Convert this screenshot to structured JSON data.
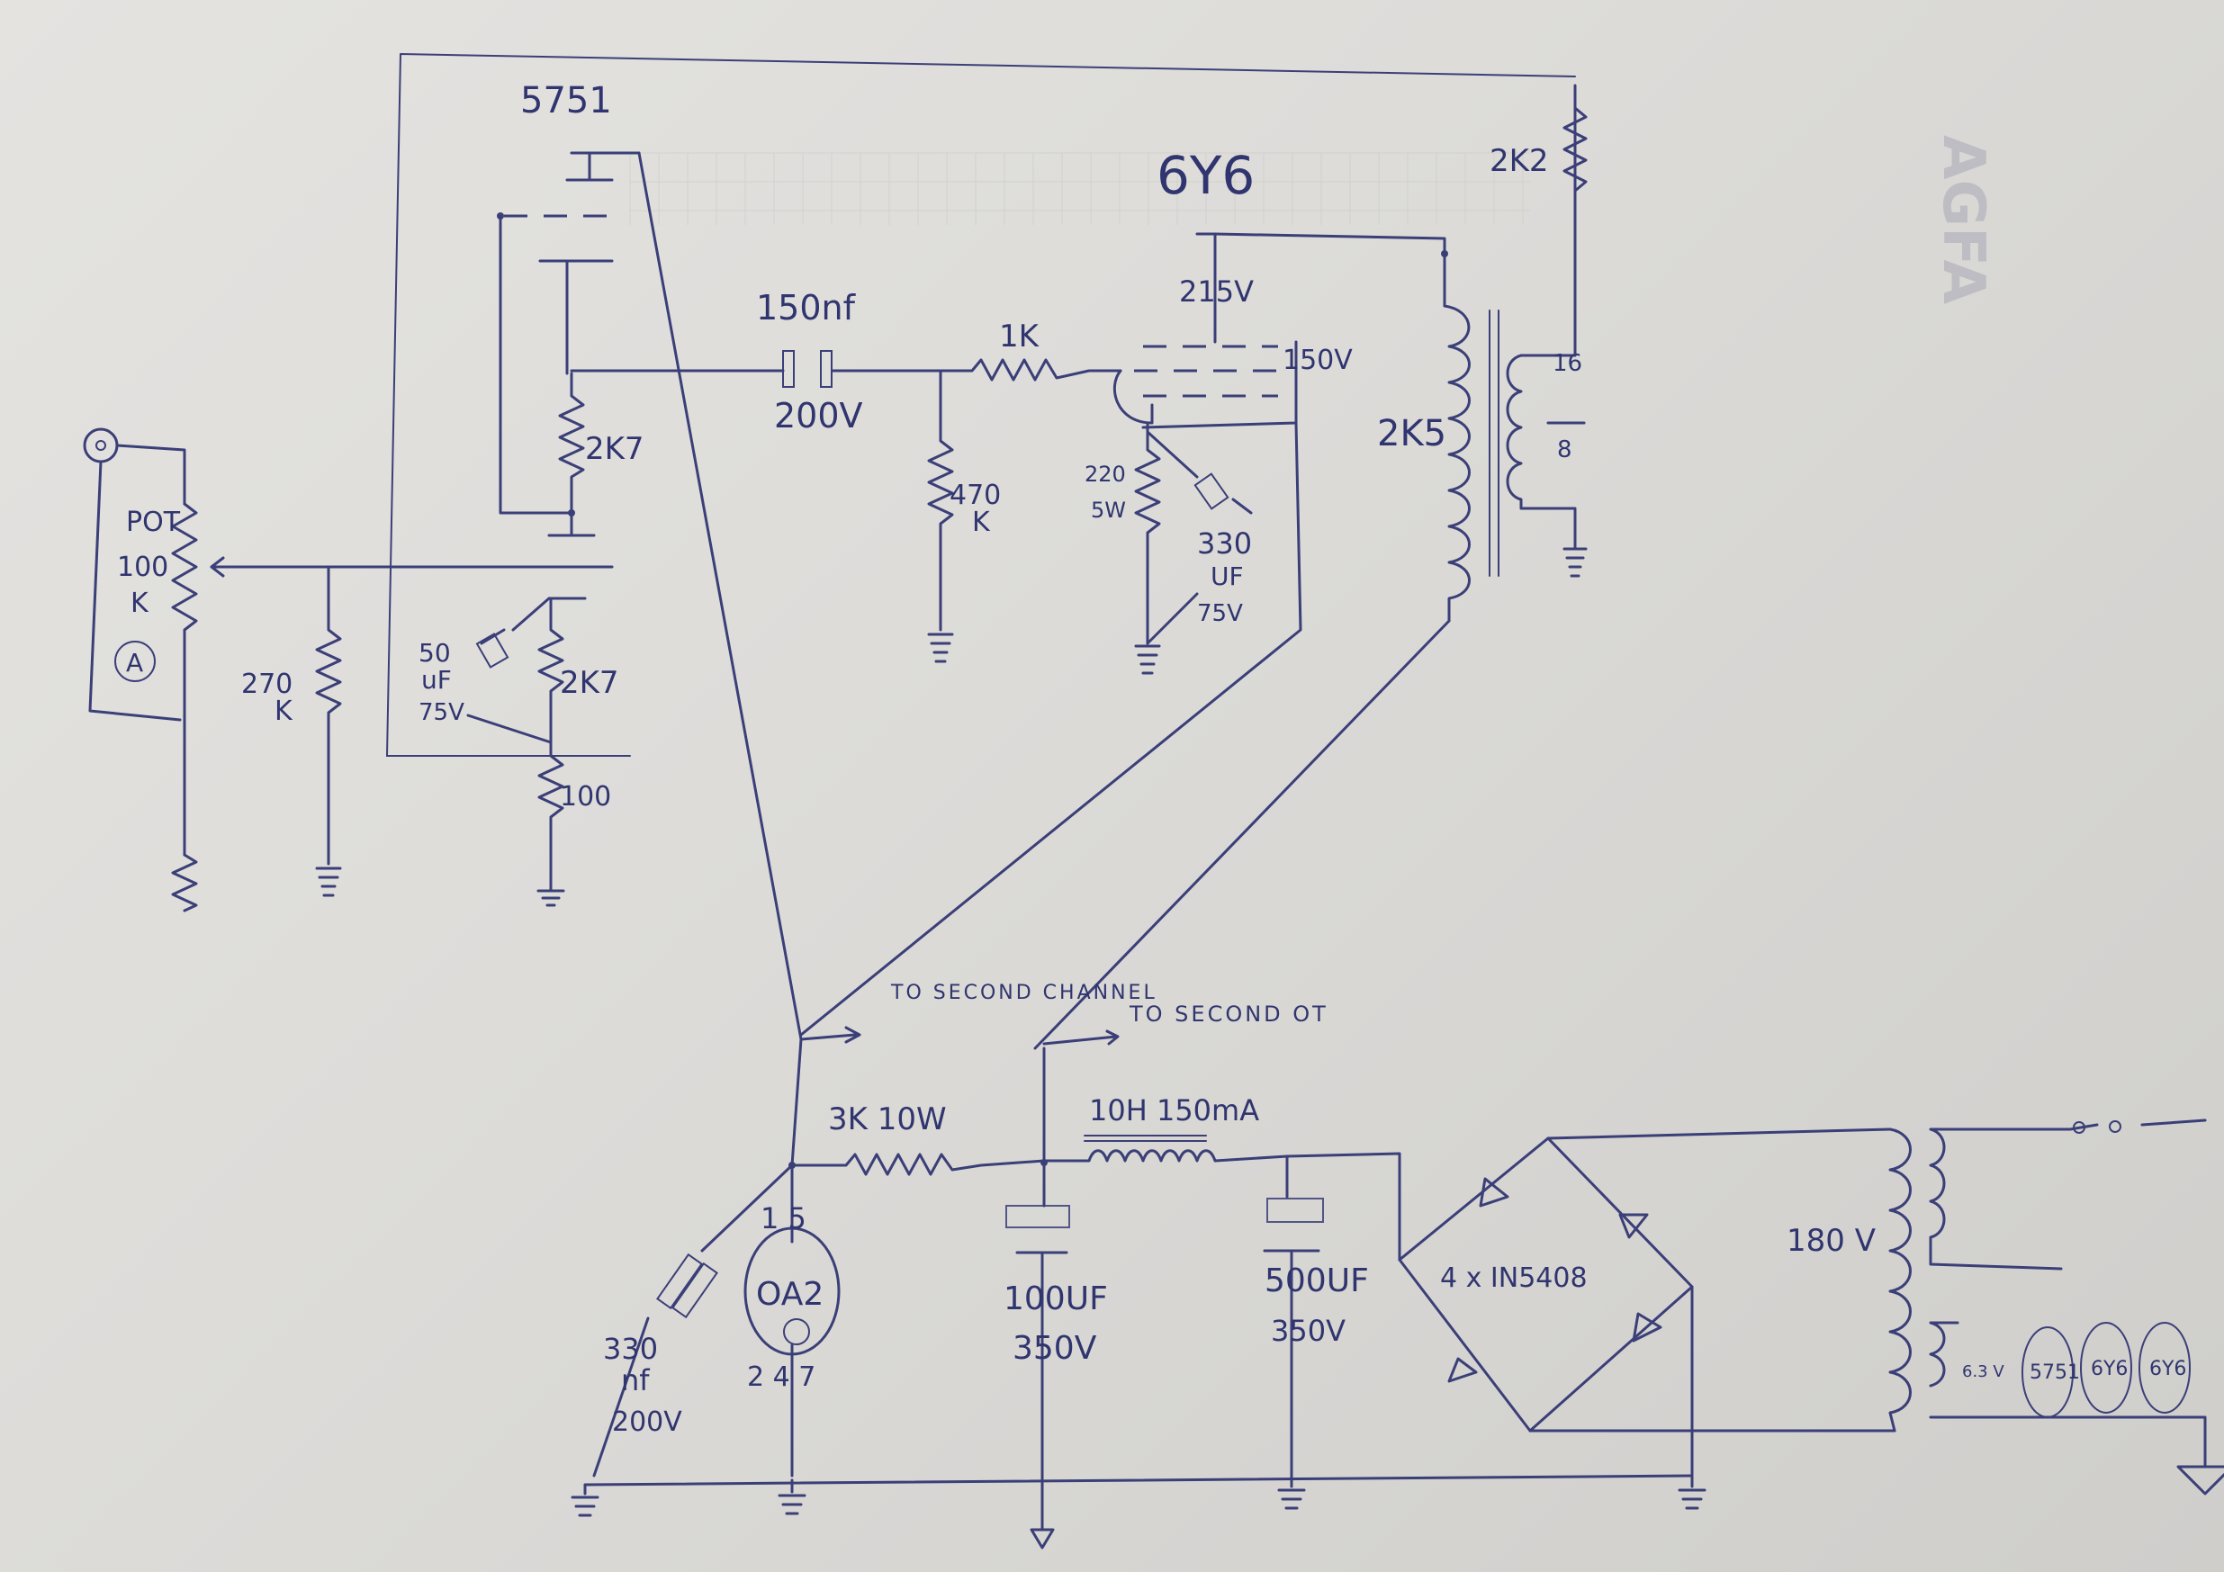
{
  "tubes": {
    "preamp": "5751",
    "power": "6Y6",
    "regulator": "OA2",
    "regulator_pins_top": "1 5",
    "regulator_pins_bottom": "2 4 7"
  },
  "preamp_stage": {
    "pot_label": "POT",
    "pot_value": "100",
    "pot_unit": "K",
    "pot_taper": "A",
    "grid_resistor_value": "270",
    "grid_resistor_unit": "K",
    "plate_resistor": "2K7",
    "cathode_resistor": "2K7",
    "cathode_resistor_2": "100",
    "bypass_cap_value": "50",
    "bypass_cap_unit": "uF",
    "bypass_cap_voltage": "75V"
  },
  "coupling": {
    "cap_value": "150nf",
    "cap_voltage": "200V",
    "grid_stopper": "1K",
    "grid_leak_value": "470",
    "grid_leak_unit": "K"
  },
  "power_stage": {
    "plate_voltage": "215V",
    "screen_voltage": "150V",
    "cathode_resistor_value": "220",
    "cathode_resistor_power": "5W",
    "cathode_cap_value": "330",
    "cathode_cap_unit": "UF",
    "cathode_cap_voltage": "75V",
    "primary_impedance": "2K5",
    "secondary_tap_16": "16",
    "secondary_tap_8": "8",
    "feedback_resistor": "2K2"
  },
  "supply": {
    "to_second_channel": "TO SECOND CHANNEL",
    "to_second_ot": "TO SECOND OT",
    "dropping_resistor": "3K 10W",
    "choke": "10H 150mA",
    "cap1_value": "100UF",
    "cap1_voltage": "350V",
    "cap2_value": "500UF",
    "cap2_voltage": "350V",
    "reg_cap_value": "330",
    "reg_cap_unit": "nf",
    "reg_cap_voltage": "200V",
    "rectifier": "4 x IN5408",
    "secondary_voltage": "180 V",
    "heater_label": "6.3 V",
    "heater_tubes": [
      "5751",
      "6Y6",
      "6Y6"
    ]
  },
  "label_text_preamp_tube": "5751",
  "background_text": "AGFA",
  "colors": {
    "ink": "#3b3f78",
    "paper": "#dddcd9"
  }
}
